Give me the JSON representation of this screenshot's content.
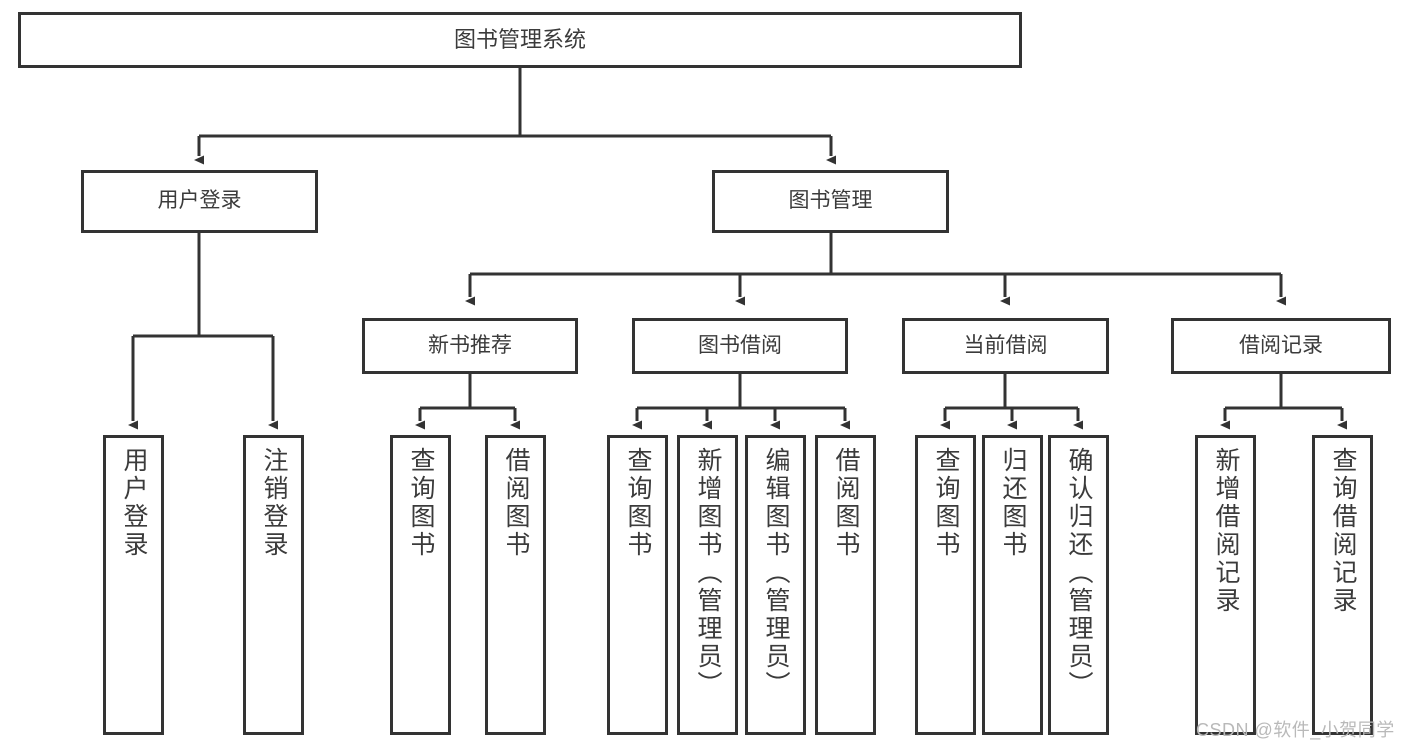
{
  "diagram": {
    "type": "tree",
    "title": "图书管理系统",
    "root": {
      "id": "root",
      "label": "图书管理系统",
      "orientation": "horizontal"
    },
    "level1": [
      {
        "id": "user-login",
        "label": "用户登录",
        "orientation": "horizontal"
      },
      {
        "id": "book-management",
        "label": "图书管理",
        "orientation": "horizontal"
      }
    ],
    "level2": [
      {
        "id": "new-book-recommend",
        "label": "新书推荐",
        "orientation": "horizontal",
        "parent": "book-management"
      },
      {
        "id": "book-borrow",
        "label": "图书借阅",
        "orientation": "horizontal",
        "parent": "book-management"
      },
      {
        "id": "current-borrow",
        "label": "当前借阅",
        "orientation": "horizontal",
        "parent": "book-management"
      },
      {
        "id": "borrow-record",
        "label": "借阅记录",
        "orientation": "horizontal",
        "parent": "book-management"
      }
    ],
    "leaves": {
      "user_login": [
        {
          "id": "leaf-user-login",
          "label": "用户登录"
        },
        {
          "id": "leaf-user-logout",
          "label": "注销登录"
        }
      ],
      "new_book_recommend": [
        {
          "id": "leaf-query-book-1",
          "label": "查询图书"
        },
        {
          "id": "leaf-borrow-book-1",
          "label": "借阅图书"
        }
      ],
      "book_borrow": [
        {
          "id": "leaf-query-book-2",
          "label": "查询图书"
        },
        {
          "id": "leaf-add-book",
          "label": "新增图书（管理员）"
        },
        {
          "id": "leaf-edit-book",
          "label": "编辑图书（管理员）"
        },
        {
          "id": "leaf-borrow-book-2",
          "label": "借阅图书"
        }
      ],
      "current_borrow": [
        {
          "id": "leaf-query-book-3",
          "label": "查询图书"
        },
        {
          "id": "leaf-return-book",
          "label": "归还图书"
        },
        {
          "id": "leaf-confirm-return",
          "label": "确认归还（管理员）"
        }
      ],
      "borrow_record": [
        {
          "id": "leaf-add-record",
          "label": "新增借阅记录"
        },
        {
          "id": "leaf-query-record",
          "label": "查询借阅记录"
        }
      ]
    },
    "colors": {
      "border": "#333333",
      "text": "#3b3b3b",
      "background": "#ffffff",
      "edge": "#333333",
      "watermark": "#b9b9b9"
    }
  },
  "watermark": {
    "text": "CSDN @软件_小贺同学"
  }
}
